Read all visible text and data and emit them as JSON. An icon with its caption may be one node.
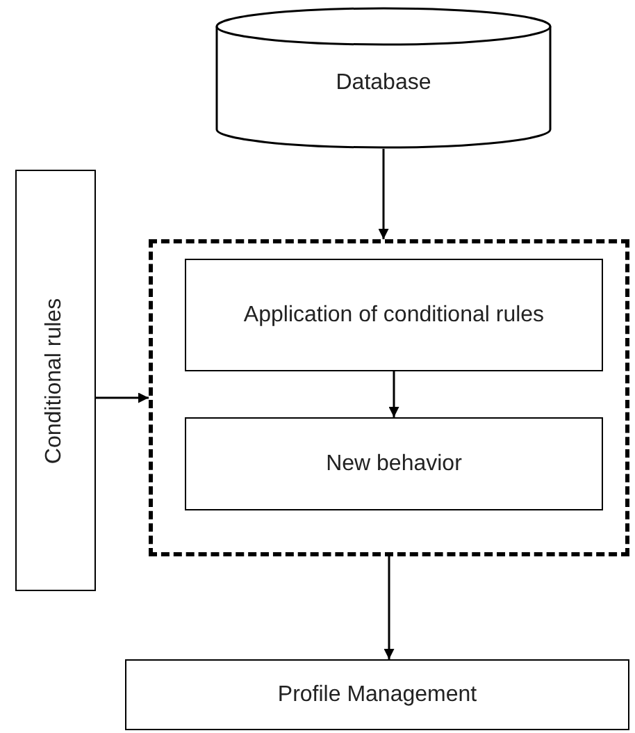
{
  "diagram": {
    "nodes": [
      {
        "text": [
          "Database"
        ]
      },
      {
        "text": [
          "Conditional rules"
        ]
      },
      {
        "text": [],
        "shape": "box"
      },
      {
        "text": [
          "Application of conditional rules"
        ],
        "in": 2
      },
      {
        "text": [
          "New behavior"
        ],
        "in": 2
      },
      {
        "text": [
          "Profile Management"
        ]
      }
    ],
    "edges": [
      {
        "from": 0,
        "to": 2,
        "arrow": "to"
      },
      {
        "from": 1,
        "to": 2,
        "arrow": "to"
      },
      {
        "from": 3,
        "to": 4,
        "arrow": "to"
      },
      {
        "from": 2,
        "to": 5,
        "arrow": "to"
      }
    ]
  }
}
